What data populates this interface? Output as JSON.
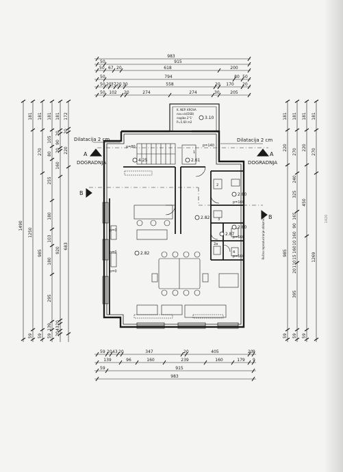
{
  "top_dims": {
    "r1": [
      "983"
    ],
    "r2": [
      "50",
      "915"
    ],
    "r3": [
      "50",
      "67",
      "20",
      "618",
      "200"
    ],
    "r4": [
      "50",
      "794",
      "80",
      "50"
    ],
    "r5": [
      "50",
      "20",
      "37",
      "20",
      "30",
      "558",
      "20",
      "170",
      "20"
    ],
    "r6": [
      "50",
      "102",
      "20",
      "274",
      "274",
      "30",
      "205"
    ]
  },
  "bottom_dims": {
    "r1": [
      "59",
      "20",
      "43",
      "20",
      "347",
      "20",
      "405",
      "20",
      "9"
    ],
    "r2": [
      "139",
      "96",
      "160",
      "239",
      "160",
      "179",
      "9"
    ],
    "r3": [
      "59",
      "915"
    ],
    "r4": [
      "983"
    ]
  },
  "left_dims": {
    "c1": [
      "1490"
    ],
    "c2": [
      "181",
      "1250",
      "59"
    ],
    "c3": [
      "181",
      "270",
      "985",
      "59"
    ],
    "c4": [
      "181",
      "105",
      "80",
      "255",
      "180",
      "103",
      "180",
      "295",
      "139",
      "59"
    ],
    "c5": [
      "181",
      "20",
      "90",
      "20",
      "160",
      "920",
      "20",
      "43",
      "20"
    ],
    "c6": [
      "172",
      "20",
      "220",
      "683"
    ]
  },
  "right_dims": {
    "c1": [
      "181",
      "220",
      "985",
      "59"
    ],
    "c2": [
      "181",
      "270",
      "240",
      "325",
      "165",
      "90",
      "160",
      "10",
      "160",
      "15",
      "110",
      "20",
      "395",
      "59"
    ],
    "c3": [
      "181",
      "220",
      "450",
      "59"
    ],
    "c4": [
      "181",
      "270",
      "1269"
    ]
  },
  "labels": {
    "dil_left": "Dilatacija 2 cm",
    "dil_right": "Dilatacija 2 cm",
    "dog_left": "DOGRADNJA",
    "dog_right": "DOGRADNJA",
    "sec_a_left": "A",
    "sec_a_right": "A",
    "sec_b_left": "B",
    "sec_b_right": "B",
    "stair_note_1": "K. NEP. KROVA",
    "stair_note_2": "nov.vis(DSB)",
    "stair_note_3": "nagiba 2°1'",
    "stair_note_4": "P=5.60 m2",
    "lvl_310": "3.10",
    "lvl_425": "4.25",
    "lvl_261": "2.61",
    "lvl_280": "2.80",
    "lvl_282a": "2.82",
    "lvl_282b": "2.82",
    "lvl_280b": "2.80",
    "lvl_287": "2.87",
    "p80": "p=80",
    "p140": "p=140",
    "p160a": "p=160",
    "p160b": "p=160",
    "p160c": "p=160",
    "p0a": "p=0",
    "p0b": "p=0",
    "p0c": "p=0",
    "rm1": "1",
    "rm2": "2",
    "rm3": "3",
    "rm4": "4",
    "rm2a": "2a",
    "vert_note": "Ručno reproduciranje oblaznica",
    "edge_mark": "1420"
  }
}
